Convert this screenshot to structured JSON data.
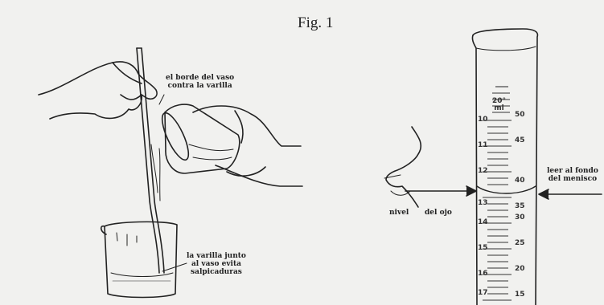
{
  "figure": {
    "title": "Fig. 1"
  },
  "labels": {
    "rim_against_rod": "el borde del vaso\ncontra la varilla",
    "rod_against_glass": "la varilla junto\nal vaso evita\nsalpicaduras",
    "read_bottom_meniscus": "leer al fondo\ndel menisco",
    "eye_level_left": "nivel",
    "eye_level_right": "del ojo"
  },
  "cylinder": {
    "top_marking": "20°\nml",
    "scale": [
      "50",
      "45",
      "40",
      "35",
      "30",
      "25",
      "20",
      "15"
    ],
    "left_scale": [
      "10",
      "11",
      "12",
      "13",
      "14",
      "15",
      "16",
      "17"
    ]
  }
}
